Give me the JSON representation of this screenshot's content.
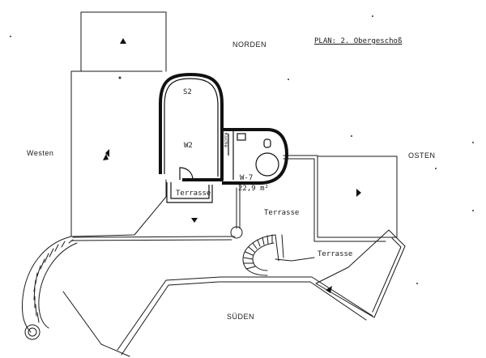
{
  "plan": {
    "title": "PLAN: 2. Obergeschoß",
    "compass": {
      "north": "NORDEN",
      "south": "SÜDEN",
      "west": "Westen",
      "east": "OSTEN"
    },
    "rooms": {
      "s2": "S2",
      "w2": "W2",
      "w7": "W-7",
      "kueche": "Küche"
    },
    "area_w7": "22,9 m²",
    "terraces": [
      "Terrasse",
      "Terrasse",
      "Terrasse"
    ]
  }
}
